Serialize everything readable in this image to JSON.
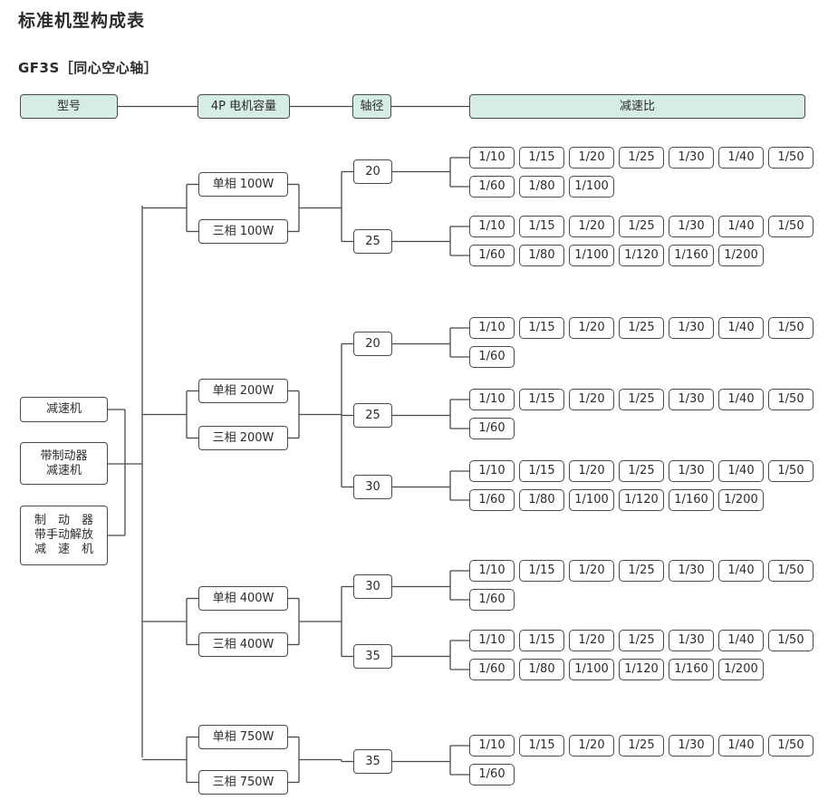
{
  "title": "标准机型构成表",
  "subtitle": "GF3S［同心空心轴］",
  "headers": [
    "型号",
    "4P 电机容量",
    "轴径",
    "减速比"
  ],
  "types": [
    "减速机",
    "带制动器\n减速机",
    "制　动　器\n带手动解放\n减　速　机"
  ],
  "groups": [
    {
      "capacities": [
        "单相 100W",
        "三相 100W"
      ],
      "shafts": [
        {
          "d": "20",
          "rows": [
            [
              "1/10",
              "1/15",
              "1/20",
              "1/25",
              "1/30",
              "1/40",
              "1/50"
            ],
            [
              "1/60",
              "1/80",
              "1/100"
            ]
          ]
        },
        {
          "d": "25",
          "rows": [
            [
              "1/10",
              "1/15",
              "1/20",
              "1/25",
              "1/30",
              "1/40",
              "1/50"
            ],
            [
              "1/60",
              "1/80",
              "1/100",
              "1/120",
              "1/160",
              "1/200"
            ]
          ]
        }
      ]
    },
    {
      "capacities": [
        "单相 200W",
        "三相 200W"
      ],
      "shafts": [
        {
          "d": "20",
          "rows": [
            [
              "1/10",
              "1/15",
              "1/20",
              "1/25",
              "1/30",
              "1/40",
              "1/50"
            ],
            [
              "1/60"
            ]
          ]
        },
        {
          "d": "25",
          "rows": [
            [
              "1/10",
              "1/15",
              "1/20",
              "1/25",
              "1/30",
              "1/40",
              "1/50"
            ],
            [
              "1/60"
            ]
          ]
        },
        {
          "d": "30",
          "rows": [
            [
              "1/10",
              "1/15",
              "1/20",
              "1/25",
              "1/30",
              "1/40",
              "1/50"
            ],
            [
              "1/60",
              "1/80",
              "1/100",
              "1/120",
              "1/160",
              "1/200"
            ]
          ]
        }
      ]
    },
    {
      "capacities": [
        "单相 400W",
        "三相 400W"
      ],
      "shafts": [
        {
          "d": "30",
          "rows": [
            [
              "1/10",
              "1/15",
              "1/20",
              "1/25",
              "1/30",
              "1/40",
              "1/50"
            ],
            [
              "1/60"
            ]
          ]
        },
        {
          "d": "35",
          "rows": [
            [
              "1/10",
              "1/15",
              "1/20",
              "1/25",
              "1/30",
              "1/40",
              "1/50"
            ],
            [
              "1/60",
              "1/80",
              "1/100",
              "1/120",
              "1/160",
              "1/200"
            ]
          ]
        }
      ]
    },
    {
      "capacities": [
        "单相 750W",
        "三相 750W"
      ],
      "shafts": [
        {
          "d": "35",
          "rows": [
            [
              "1/10",
              "1/15",
              "1/20",
              "1/25",
              "1/30",
              "1/40",
              "1/50"
            ],
            [
              "1/60"
            ]
          ]
        }
      ]
    }
  ]
}
